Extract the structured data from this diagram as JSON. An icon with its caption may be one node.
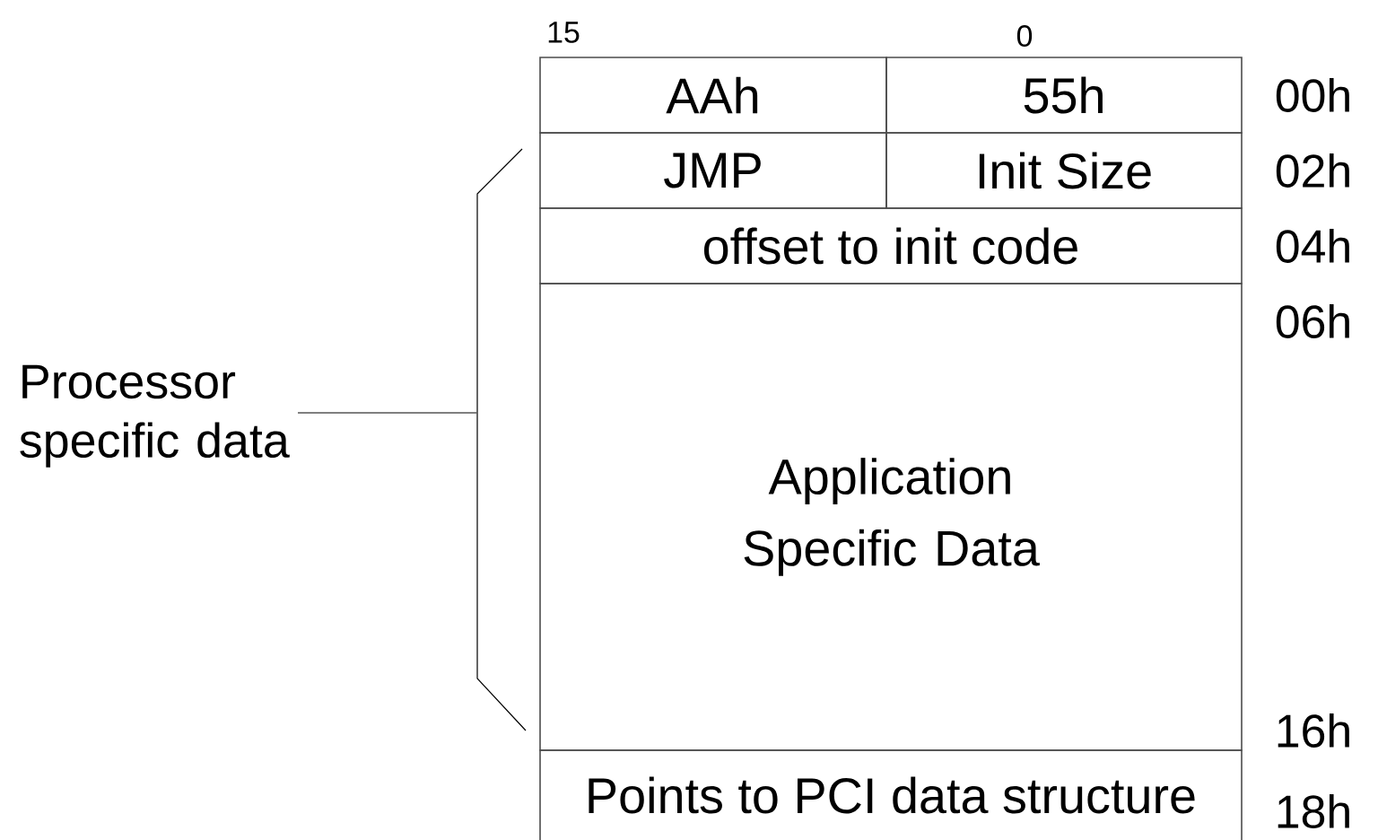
{
  "diagram": {
    "nodes": [
      {
        "text": [
          "AAh"
        ]
      },
      {
        "text": [
          "55h"
        ]
      },
      {
        "text": [
          "JMP"
        ]
      },
      {
        "text": [
          "Init Size"
        ]
      },
      {
        "text": [
          "offset to init code"
        ]
      },
      {
        "text": [
          "Application Specific Data"
        ]
      },
      {
        "text": [
          "Points to PCI data structure"
        ]
      },
      {
        "text": [
          "Processor specific data"
        ]
      },
      {
        "text": [],
        "shape": "bracket"
      }
    ],
    "edges": [
      {
        "from": 7,
        "to": 8,
        "arrow": "none"
      }
    ],
    "labels": [
      "15",
      "0",
      "00h",
      "02h",
      "04h",
      "06h",
      "16h",
      "18h"
    ]
  }
}
